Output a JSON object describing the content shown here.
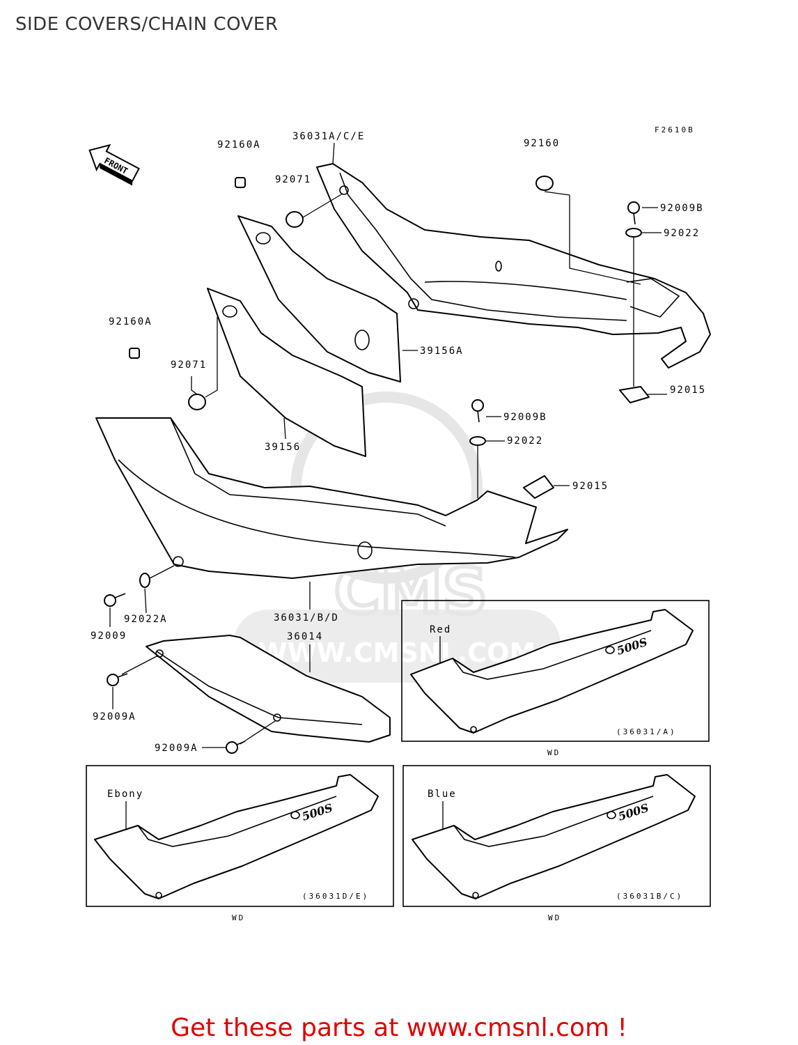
{
  "page": {
    "title": "SIDE COVERS/CHAIN COVER"
  },
  "diagram": {
    "figure_code": "F2610B",
    "front_label": "FRONT",
    "part_labels": {
      "p92160A_top": "92160A",
      "p36031ACE": "36031A/C/E",
      "p92160": "92160",
      "p92071_top": "92071",
      "p92009B_top": "92009B",
      "p92022_top": "92022",
      "p92160A_left": "92160A",
      "p39156A": "39156A",
      "p92071_left": "92071",
      "p92015_top": "92015",
      "p92009B_mid": "92009B",
      "p92022_mid": "92022",
      "p39156": "39156",
      "p92015_mid": "92015",
      "p92009": "92009",
      "p92022A": "92022A",
      "p36031BD": "36031/B/D",
      "p36014": "36014",
      "p92009A_left": "92009A",
      "p92009A_bottom": "92009A"
    },
    "variants": [
      {
        "color": "Red",
        "code": "(36031/A)",
        "note": "WD"
      },
      {
        "color": "Ebony",
        "code": "(36031D/E)",
        "note": "WD"
      },
      {
        "color": "Blue",
        "code": "(36031B/C)",
        "note": "WD"
      }
    ],
    "badge_text": "500S",
    "watermark_text": "WWW.CMSNL.COM",
    "watermark_logo": "CMS"
  },
  "promo": {
    "text": "Get these parts at www.cmsnl.com !",
    "color": "#e00000"
  }
}
